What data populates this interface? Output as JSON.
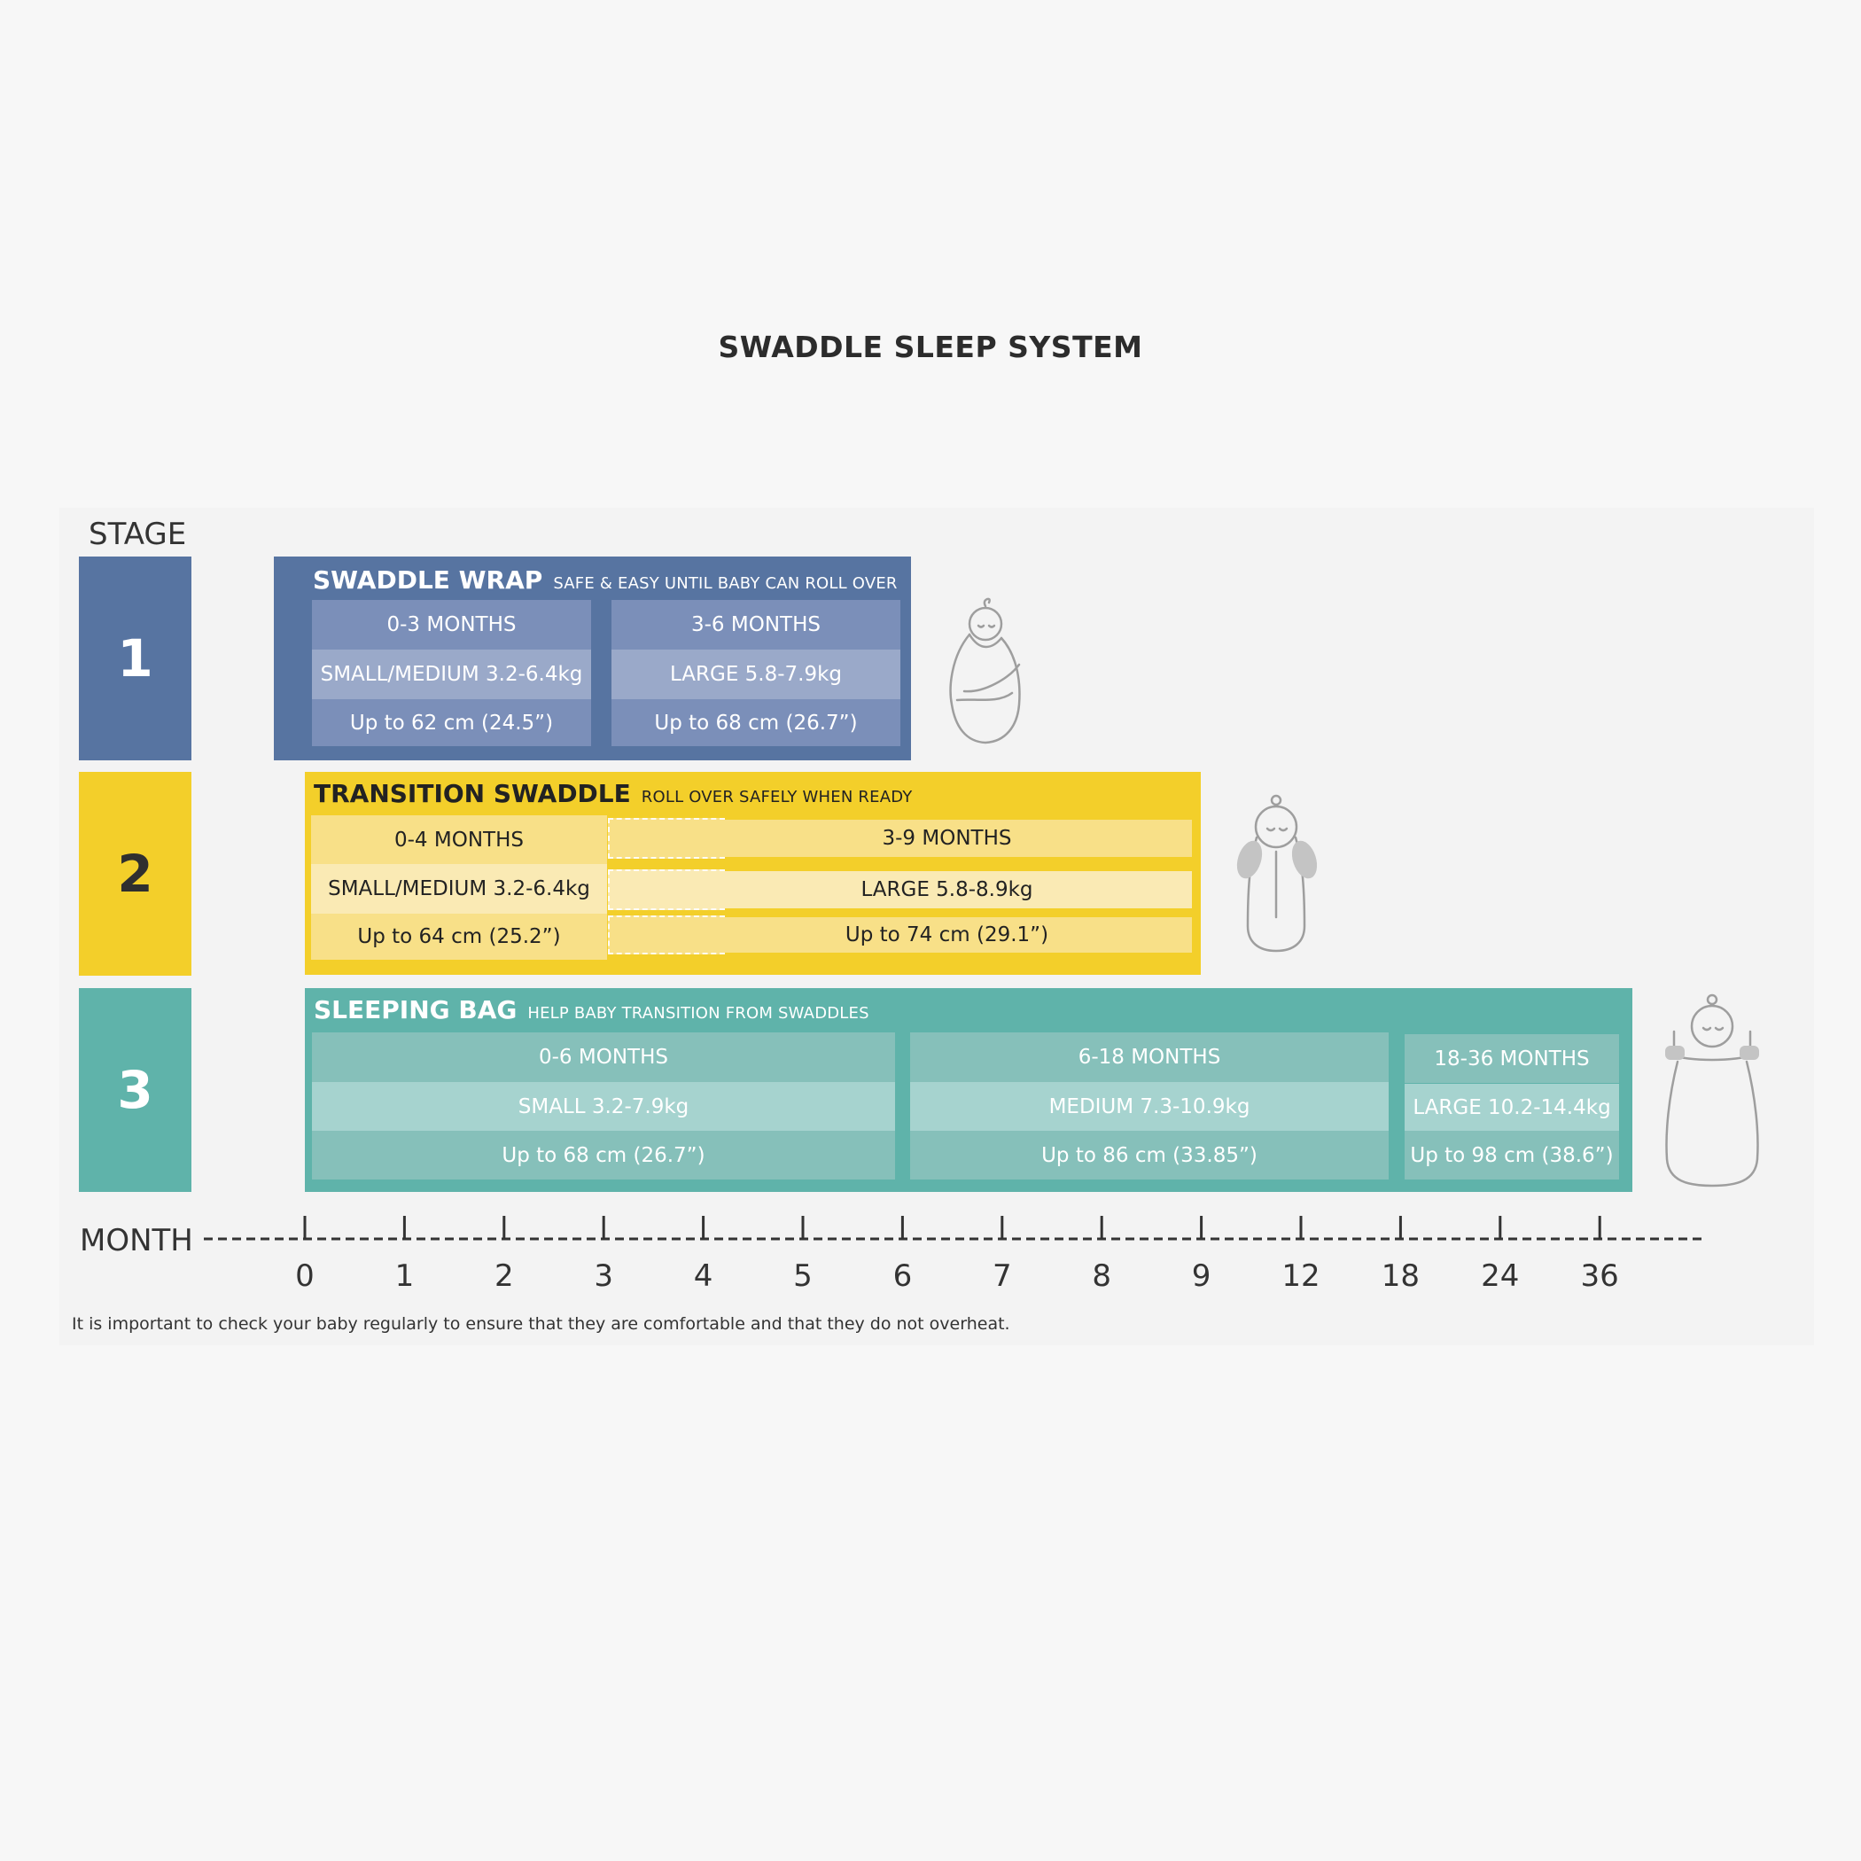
{
  "title": "SWADDLE SLEEP SYSTEM",
  "stage_label": "STAGE",
  "colors": {
    "stage1": "#5774a1",
    "stage1_row_a": "#7b8fb9",
    "stage1_row_b": "#9aa9c9",
    "stage2": "#f3cf2a",
    "stage2_row_a": "#f8e088",
    "stage2_row_b": "#faeab4",
    "stage3": "#5fb3aa",
    "stage3_row_a": "#86c0ba",
    "stage3_row_b": "#a6d3cf"
  },
  "stages": [
    {
      "number": "1",
      "name": "SWADDLE WRAP",
      "tagline": "SAFE & EASY UNTIL BABY CAN ROLL OVER",
      "illustration": "swaddle-wrap-baby-icon",
      "columns": [
        {
          "age": "0-3 MONTHS",
          "size": "SMALL/MEDIUM 3.2-6.4kg",
          "height": "Up to 62 cm (24.5”)"
        },
        {
          "age": "3-6 MONTHS",
          "size": "LARGE 5.8-7.9kg",
          "height": "Up to 68 cm (26.7”)"
        }
      ]
    },
    {
      "number": "2",
      "name": "TRANSITION SWADDLE",
      "tagline": "ROLL OVER SAFELY WHEN READY",
      "illustration": "transition-swaddle-baby-icon",
      "columns": [
        {
          "age": "0-4 MONTHS",
          "size": "SMALL/MEDIUM 3.2-6.4kg",
          "height": "Up to 64 cm (25.2”)"
        },
        {
          "age": "3-9 MONTHS",
          "size": "LARGE 5.8-8.9kg",
          "height": "Up to 74 cm (29.1”)"
        }
      ]
    },
    {
      "number": "3",
      "name": "SLEEPING BAG",
      "tagline": "HELP BABY TRANSITION FROM SWADDLES",
      "illustration": "sleeping-bag-baby-icon",
      "columns": [
        {
          "age": "0-6 MONTHS",
          "size": "SMALL 3.2-7.9kg",
          "height": "Up to 68 cm (26.7”)"
        },
        {
          "age": "6-18 MONTHS",
          "size": "MEDIUM 7.3-10.9kg",
          "height": "Up to 86 cm (33.85”)"
        },
        {
          "age": "18-36 MONTHS",
          "size": "LARGE 10.2-14.4kg",
          "height": "Up to 98 cm (38.6”)"
        }
      ]
    }
  ],
  "axis": {
    "label": "MONTH",
    "ticks": [
      "0",
      "1",
      "2",
      "3",
      "4",
      "5",
      "6",
      "7",
      "8",
      "9",
      "12",
      "18",
      "24",
      "36"
    ]
  },
  "footnote": "It is important to check your baby regularly to ensure that they are comfortable and that they do not overheat."
}
